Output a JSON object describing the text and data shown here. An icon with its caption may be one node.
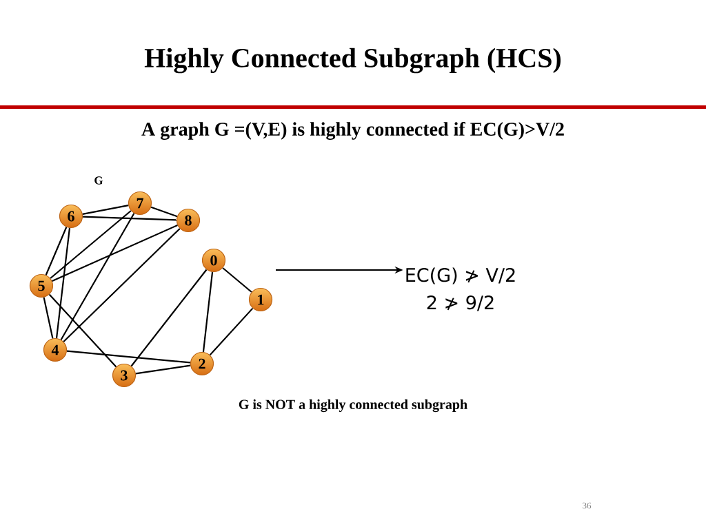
{
  "diagram": {
    "title": "Highly Connected Subgraph (HCS)",
    "nodes": [
      {
        "text": [
          "0"
        ]
      },
      {
        "text": [
          "1"
        ]
      },
      {
        "text": [
          "2"
        ]
      },
      {
        "text": [
          "3"
        ]
      },
      {
        "text": [
          "4"
        ]
      },
      {
        "text": [
          "5"
        ]
      },
      {
        "text": [
          "6"
        ]
      },
      {
        "text": [
          "7"
        ]
      },
      {
        "text": [
          "8"
        ]
      },
      {
        "text": [
          "EC(G) ≯ V/2",
          "2 ≯ 9/2"
        ]
      }
    ],
    "edges": [
      {
        "from": 6,
        "to": 7,
        "arrow": "none"
      },
      {
        "from": 7,
        "to": 8,
        "arrow": "none"
      },
      {
        "from": 6,
        "to": 8,
        "arrow": "none"
      },
      {
        "from": 6,
        "to": 5,
        "arrow": "none"
      },
      {
        "from": 6,
        "to": 4,
        "arrow": "none"
      },
      {
        "from": 7,
        "to": 5,
        "arrow": "none"
      },
      {
        "from": 7,
        "to": 4,
        "arrow": "none"
      },
      {
        "from": 8,
        "to": 5,
        "arrow": "none"
      },
      {
        "from": 8,
        "to": 4,
        "arrow": "none"
      },
      {
        "from": 5,
        "to": 4,
        "arrow": "none"
      },
      {
        "from": 5,
        "to": 3,
        "arrow": "none"
      },
      {
        "from": 4,
        "to": 2,
        "arrow": "none"
      },
      {
        "from": 3,
        "to": 2,
        "arrow": "none"
      },
      {
        "from": 3,
        "to": 0,
        "arrow": "none"
      },
      {
        "from": 0,
        "to": 2,
        "arrow": "none"
      },
      {
        "from": 0,
        "to": 1,
        "arrow": "none"
      },
      {
        "from": 1,
        "to": 2,
        "arrow": "none"
      },
      {
        "from": null,
        "to": 9,
        "arrow": "to"
      }
    ],
    "labels": [
      "A graph G =(V,E)  is highly connected if  EC(G)>V/2",
      "G",
      "G is NOT a highly connected subgraph",
      "36"
    ]
  }
}
